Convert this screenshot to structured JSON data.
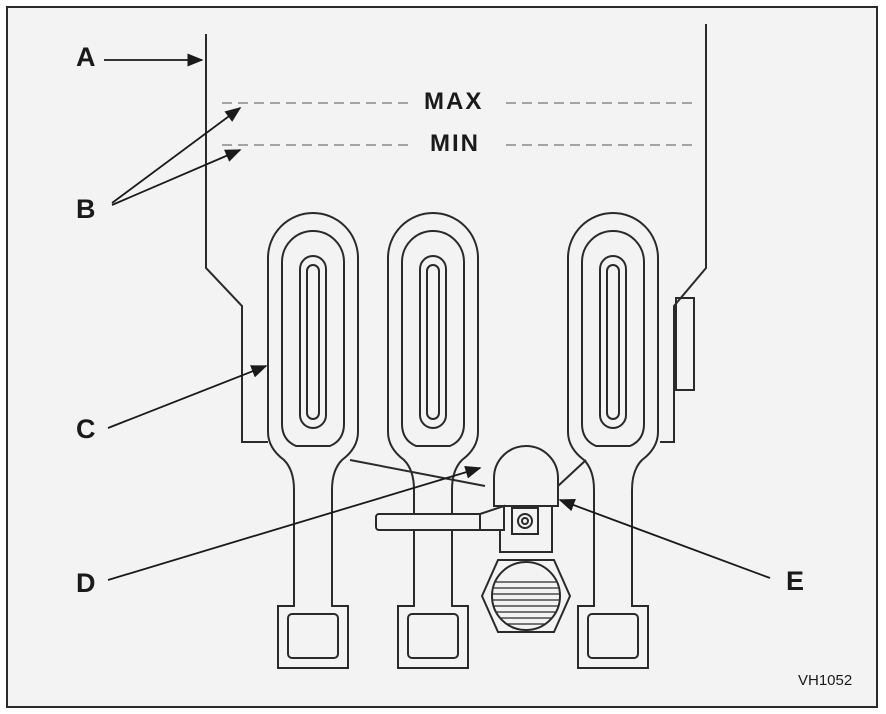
{
  "labels": {
    "a": "A",
    "b": "B",
    "c": "C",
    "d": "D",
    "e": "E"
  },
  "levels": {
    "max": "MAX",
    "min": "MIN"
  },
  "figure_id": "VH1052",
  "colors": {
    "background": "#f3f3f3",
    "stroke": "#2a2a2a",
    "dashed": "#8a8a8a"
  }
}
